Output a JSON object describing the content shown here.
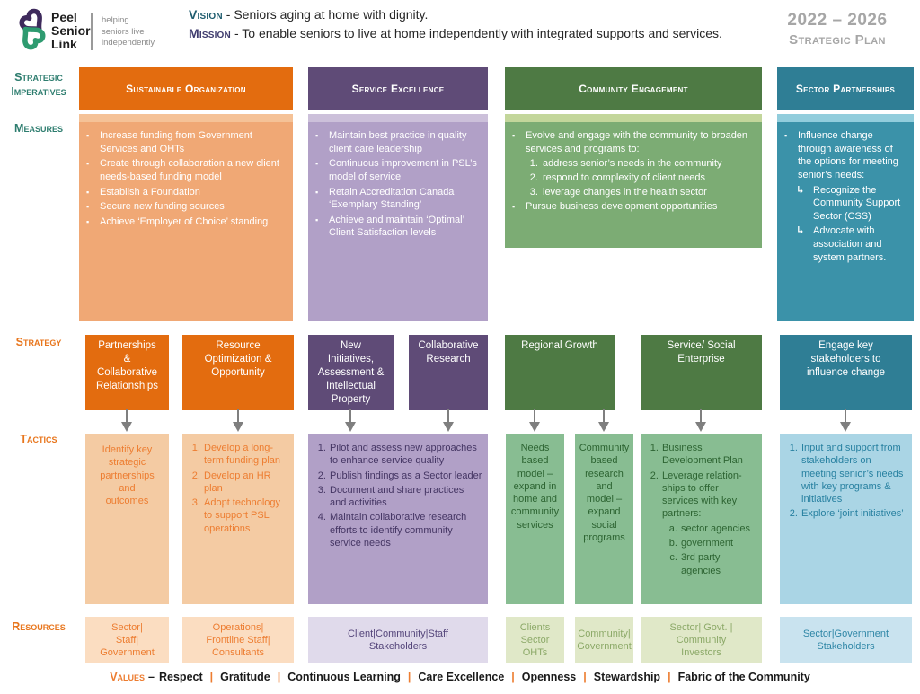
{
  "palette": {
    "orange": "#E36C0F",
    "purple": "#5F4B77",
    "green": "#4E7A44",
    "teal": "#2F7E95",
    "label_teal": "#2E7D6F",
    "label_orange": "#ED7D31",
    "plan_gray": "#A6A6A6"
  },
  "icons": {
    "bullet": "▪",
    "hook_arrow": "↳"
  },
  "header": {
    "logo": {
      "name_line1": "Peel",
      "name_line2": "Senior",
      "name_line3": "Link",
      "tagline": "helping\nseniors live\nindependently"
    },
    "vision_label": "Vision",
    "vision_text": "- Seniors aging at home with dignity.",
    "mission_label": "Mission",
    "mission_text": "- To enable seniors to live at home independently with integrated supports and services.",
    "plan_years": "2022 – 2026",
    "plan_title": "Strategic Plan"
  },
  "row_labels": {
    "imperatives": "Strategic\nImperatives",
    "measures": "Measures",
    "strategy": "Strategy",
    "tactics": "Tactics",
    "resources": "Resources"
  },
  "pillars": [
    {
      "title": "Sustainable Organization",
      "measures": [
        "Increase funding from Government Services and OHTs",
        "Create through collaboration a new client needs-based funding model",
        "Establish a Foundation",
        "Secure new funding sources",
        "Achieve ‘Employer of Choice’ standing"
      ]
    },
    {
      "title": "Service Excellence",
      "measures": [
        "Maintain best practice in quality client care leadership",
        "Continuous improvement in PSL’s model of service",
        "Retain Accreditation Canada ‘Exemplary Standing’",
        "Achieve and maintain ‘Optimal’ Client Satisfaction levels"
      ]
    },
    {
      "title": "Community Engagement",
      "measures_intro": "Evolve and engage with the community to broaden services and programs to:",
      "measures_numbered": [
        "address senior’s needs in the community",
        "respond to complexity of client needs",
        "leverage changes in the health sector"
      ],
      "measures_outro": "Pursue business development opportunities"
    },
    {
      "title": "Sector Partnerships",
      "measures_intro": "Influence change through awareness of the options for meeting senior’s needs:",
      "measures_arrows": [
        "Recognize the Community Support Sector (CSS)",
        "Advocate with association and system partners."
      ]
    }
  ],
  "strategies": [
    {
      "label": "Partnerships\n&\nCollaborative\nRelationships"
    },
    {
      "label": "Resource\nOptimization &\nOpportunity"
    },
    {
      "label": "New\nInitiatives,\nAssessment &\nIntellectual\nProperty"
    },
    {
      "label": "Collaborative\nResearch"
    },
    {
      "label": "Regional Growth"
    },
    {
      "label": "Service/ Social\nEnterprise"
    },
    {
      "label": "Engage key\nstakeholders to\ninfluence change"
    }
  ],
  "tactics": {
    "t1": "Identify key\nstrategic\npartnerships\nand\noutcomes",
    "t2": [
      "Develop a long-term funding plan",
      "Develop an HR plan",
      "Adopt technology to support PSL operations"
    ],
    "t3": [
      "Pilot and assess new approaches to enhance service quality",
      "Publish findings as a Sector leader",
      "Document and share practices and activities",
      "Maintain collaborative research efforts to identify community service needs"
    ],
    "t4": "Needs\nbased\nmodel –\nexpand in\nhome and\ncommunity\nservices",
    "t5": "Community\nbased\nresearch and\nmodel –\nexpand social\nprograms",
    "t6": [
      "Business Development Plan",
      "Leverage relation-ships to offer services with key partners:"
    ],
    "t6_sub": [
      "sector agencies",
      "government",
      "3rd party agencies"
    ],
    "t7": [
      "Input and support from stakeholders on meeting senior’s needs with key programs & initiatives",
      "Explore ‘joint initiatives’"
    ]
  },
  "resources": [
    "Sector|\nStaff|\nGovernment",
    "Operations|\nFrontline Staff|\nConsultants",
    "Client|Community|Staff\nStakeholders",
    "Clients\nSector\nOHTs",
    "Community|\nGovernment",
    "Sector| Govt. |\nCommunity\nInvestors",
    "Sector|Government\nStakeholders"
  ],
  "values": {
    "label": "Values",
    "dash": "–",
    "separator": "|",
    "items": [
      "Respect",
      "Gratitude",
      "Continuous Learning",
      "Care Excellence",
      "Openness",
      "Stewardship",
      "Fabric of the Community"
    ]
  }
}
